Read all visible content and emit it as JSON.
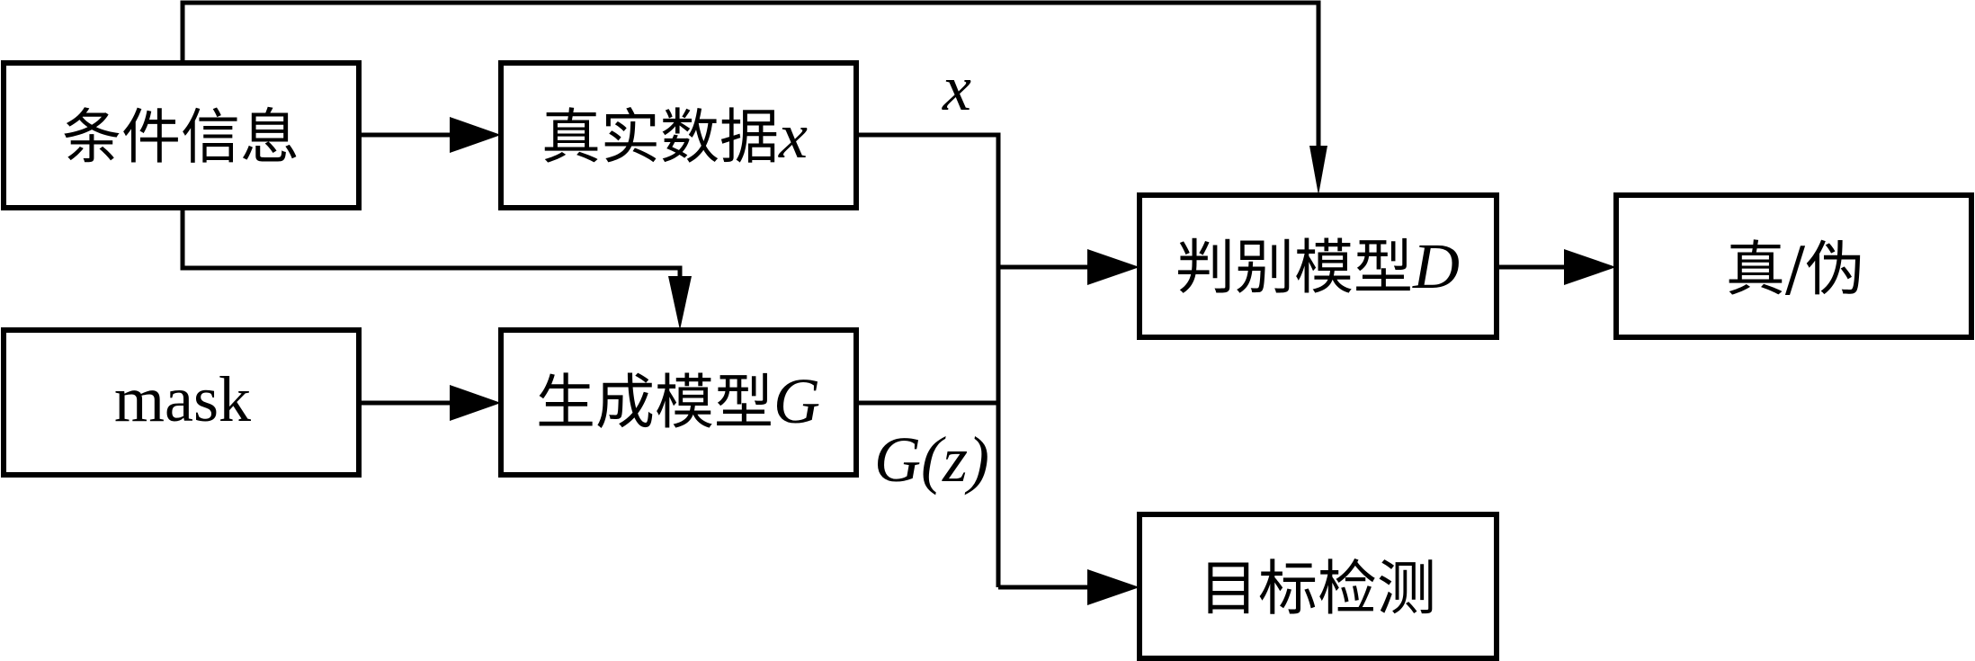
{
  "diagram": {
    "type": "flowchart",
    "title": "",
    "nodes": {
      "condition": {
        "label": "条件信息",
        "suffix": ""
      },
      "real_data": {
        "label": "真实数据",
        "suffix": "x"
      },
      "mask": {
        "label": "mask",
        "suffix": ""
      },
      "generator": {
        "label": "生成模型",
        "suffix": "G"
      },
      "discriminator": {
        "label": "判别模型",
        "suffix": "D"
      },
      "real_fake": {
        "label": "真/伪",
        "suffix": ""
      },
      "detection": {
        "label": "目标检测",
        "suffix": ""
      }
    },
    "edge_labels": {
      "x": "x",
      "gz": "G(z)"
    },
    "edges": [
      {
        "from": "条件信息",
        "to": "真实数据x"
      },
      {
        "from": "条件信息",
        "to": "生成模型G"
      },
      {
        "from": "条件信息",
        "to": "判别模型D"
      },
      {
        "from": "mask",
        "to": "生成模型G"
      },
      {
        "from": "真实数据x",
        "to": "判别模型D",
        "label": "x"
      },
      {
        "from": "生成模型G",
        "to": "判别模型D",
        "label": "G(z)"
      },
      {
        "from": "生成模型G",
        "to": "目标检测",
        "label": "G(z)"
      },
      {
        "from": "判别模型D",
        "to": "真/伪"
      }
    ]
  }
}
